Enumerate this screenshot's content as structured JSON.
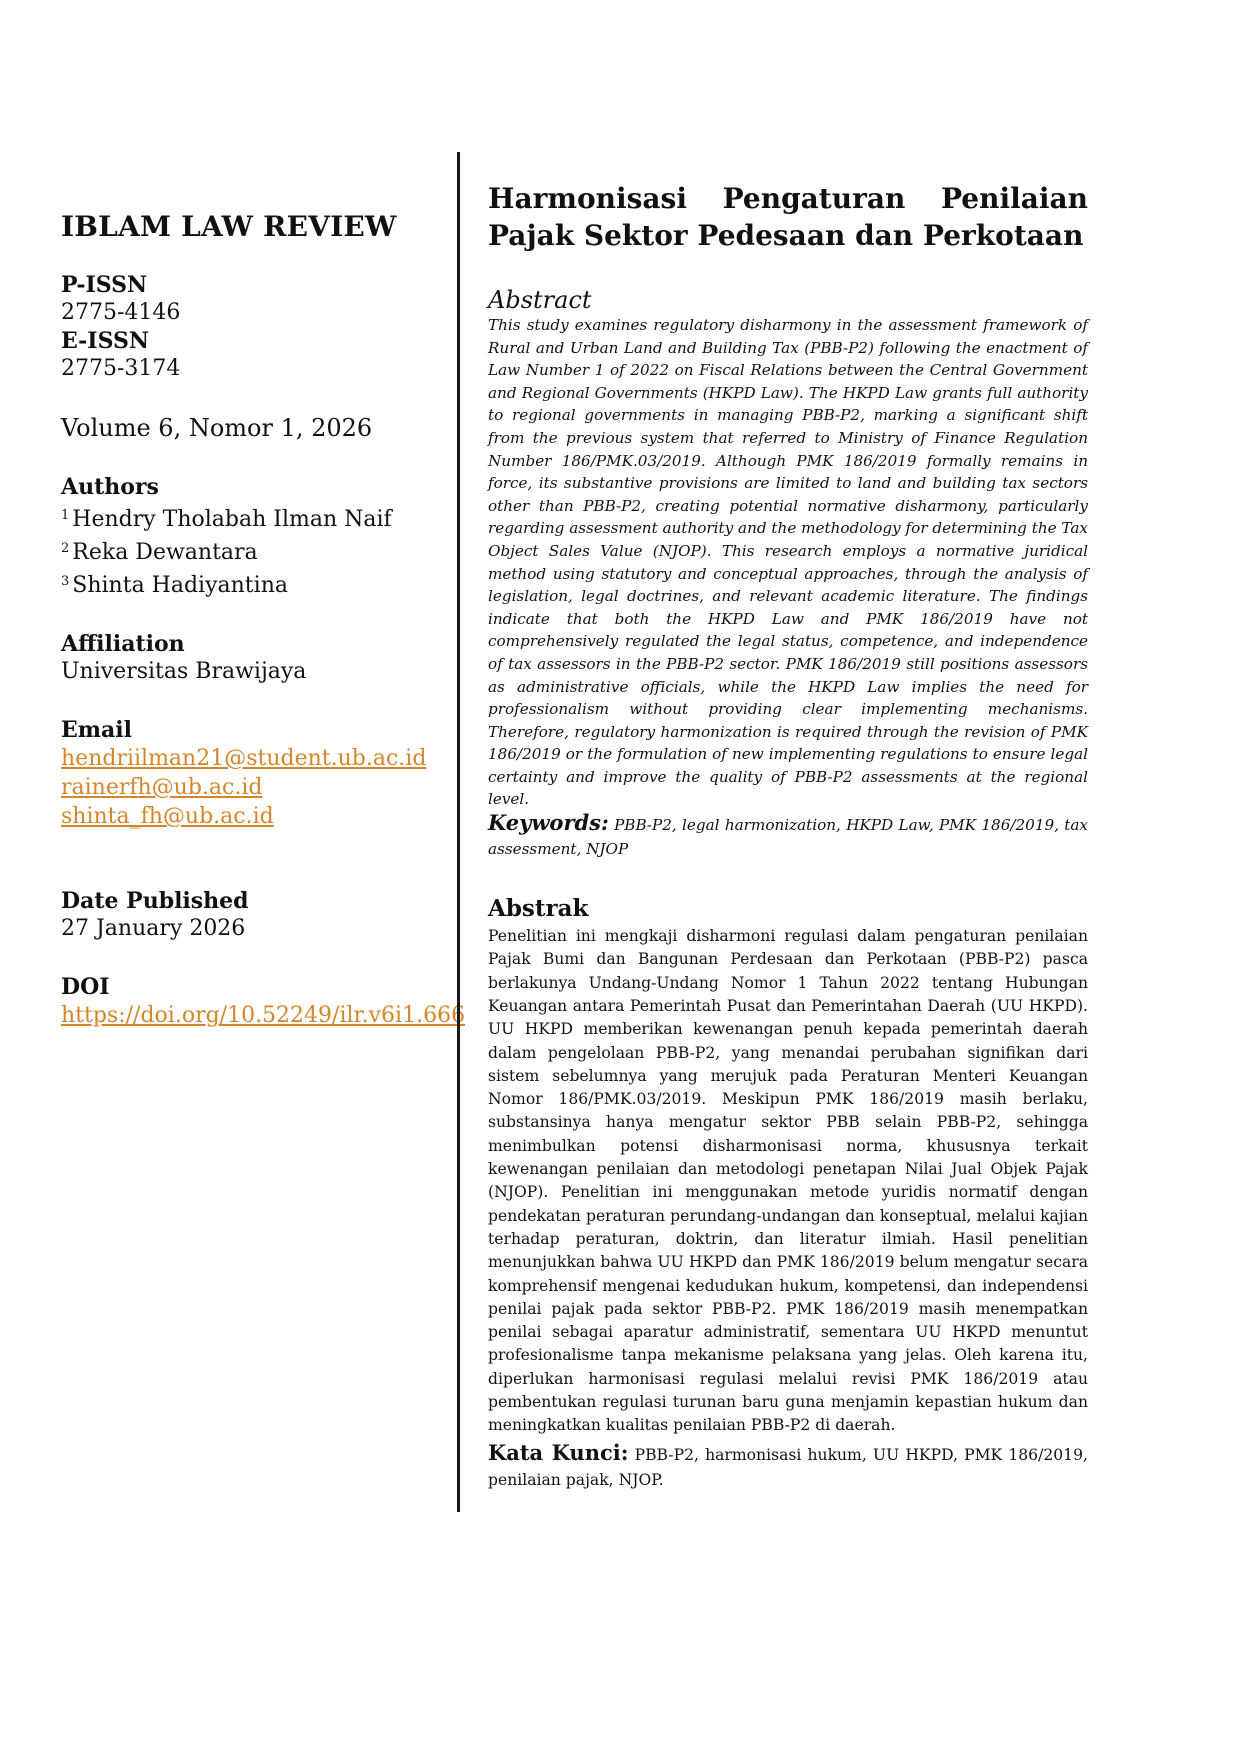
{
  "sidebar": {
    "journal_name": "IBLAM LAW REVIEW",
    "pissn_label": "P-ISSN",
    "pissn": "2775-4146",
    "eissn_label": "E-ISSN",
    "eissn": "2775-3174",
    "volume": "Volume 6, Nomor 1, 2026",
    "authors_label": "Authors",
    "authors": [
      {
        "num": "1",
        "name": "Hendry Tholabah Ilman Naif"
      },
      {
        "num": "2",
        "name": "Reka Dewantara"
      },
      {
        "num": "3",
        "name": "Shinta Hadiyantina"
      }
    ],
    "affiliation_label": "Affiliation",
    "affiliation": "Universitas Brawijaya",
    "email_label": "Email",
    "emails": [
      "hendriilman21@student.ub.ac.id",
      "rainerfh@ub.ac.id",
      "shinta_fh@ub.ac.id"
    ],
    "date_label": "Date Published",
    "date": "27 January 2026",
    "doi_label": "DOI",
    "doi": "https://doi.org/10.52249/ilr.v6i1.666"
  },
  "article": {
    "title": "Harmonisasi Pengaturan Penilaian Pajak Sektor Pedesaan dan Perkotaan",
    "abstract_heading": "Abstract",
    "abstract": "This study examines regulatory disharmony in the assessment framework of Rural and Urban Land and Building Tax (PBB-P2) following the enactment of Law Number 1 of 2022 on Fiscal Relations between the Central Government and Regional Governments (HKPD Law). The HKPD Law grants full authority to regional governments in managing PBB-P2, marking a significant shift from the previous system that referred to Ministry of Finance Regulation Number 186/PMK.03/2019. Although PMK 186/2019 formally remains in force, its substantive provisions are limited to land and building tax sectors other than PBB-P2, creating potential normative disharmony, particularly regarding assessment authority and the methodology for determining the Tax Object Sales Value (NJOP). This research employs a normative juridical method using statutory and conceptual approaches, through the analysis of legislation, legal doctrines, and relevant academic literature. The findings indicate that both the HKPD Law and PMK 186/2019 have not comprehensively regulated the legal status, competence, and independence of tax assessors in the PBB-P2 sector. PMK 186/2019 still positions assessors as administrative officials, while the HKPD Law implies the need for professionalism without providing clear implementing mechanisms. Therefore, regulatory harmonization is required through the revision of PMK 186/2019 or the formulation of new implementing regulations to ensure legal certainty and improve the quality of PBB-P2 assessments at the regional level.",
    "keywords_label": "Keywords:",
    "keywords": "PBB-P2, legal harmonization, HKPD Law, PMK 186/2019, tax assessment, NJOP",
    "abstrak_heading": "Abstrak",
    "abstrak": "Penelitian ini mengkaji disharmoni regulasi dalam pengaturan penilaian Pajak Bumi dan Bangunan Perdesaan dan Perkotaan (PBB-P2) pasca berlakunya Undang-Undang Nomor 1 Tahun 2022 tentang Hubungan Keuangan antara Pemerintah Pusat dan Pemerintahan Daerah (UU HKPD). UU HKPD memberikan kewenangan penuh kepada pemerintah daerah dalam pengelolaan PBB-P2, yang menandai perubahan signifikan dari sistem sebelumnya yang merujuk pada Peraturan Menteri Keuangan Nomor 186/PMK.03/2019. Meskipun PMK 186/2019 masih berlaku, substansinya hanya mengatur sektor PBB selain PBB-P2, sehingga menimbulkan potensi disharmonisasi norma, khususnya terkait kewenangan penilaian dan metodologi penetapan Nilai Jual Objek Pajak (NJOP). Penelitian ini menggunakan metode yuridis normatif dengan pendekatan peraturan perundang-undangan dan konseptual, melalui kajian terhadap peraturan, doktrin, dan literatur ilmiah. Hasil penelitian menunjukkan bahwa UU HKPD dan PMK 186/2019 belum mengatur secara komprehensif mengenai kedudukan hukum, kompetensi, dan independensi penilai pajak pada sektor PBB-P2. PMK 186/2019 masih menempatkan penilai sebagai aparatur administratif, sementara UU HKPD menuntut profesionalisme tanpa mekanisme pelaksana yang jelas. Oleh karena itu, diperlukan harmonisasi regulasi melalui revisi PMK 186/2019 atau pembentukan regulasi turunan baru guna menjamin kepastian hukum dan meningkatkan kualitas penilaian PBB-P2 di daerah.",
    "kata_kunci_label": "Kata Kunci:",
    "kata_kunci": "PBB-P2, harmonisasi hukum, UU HKPD, PMK 186/2019, penilaian pajak, NJOP."
  },
  "colors": {
    "link": "#d4862a",
    "divider": "#1a1a1a"
  }
}
